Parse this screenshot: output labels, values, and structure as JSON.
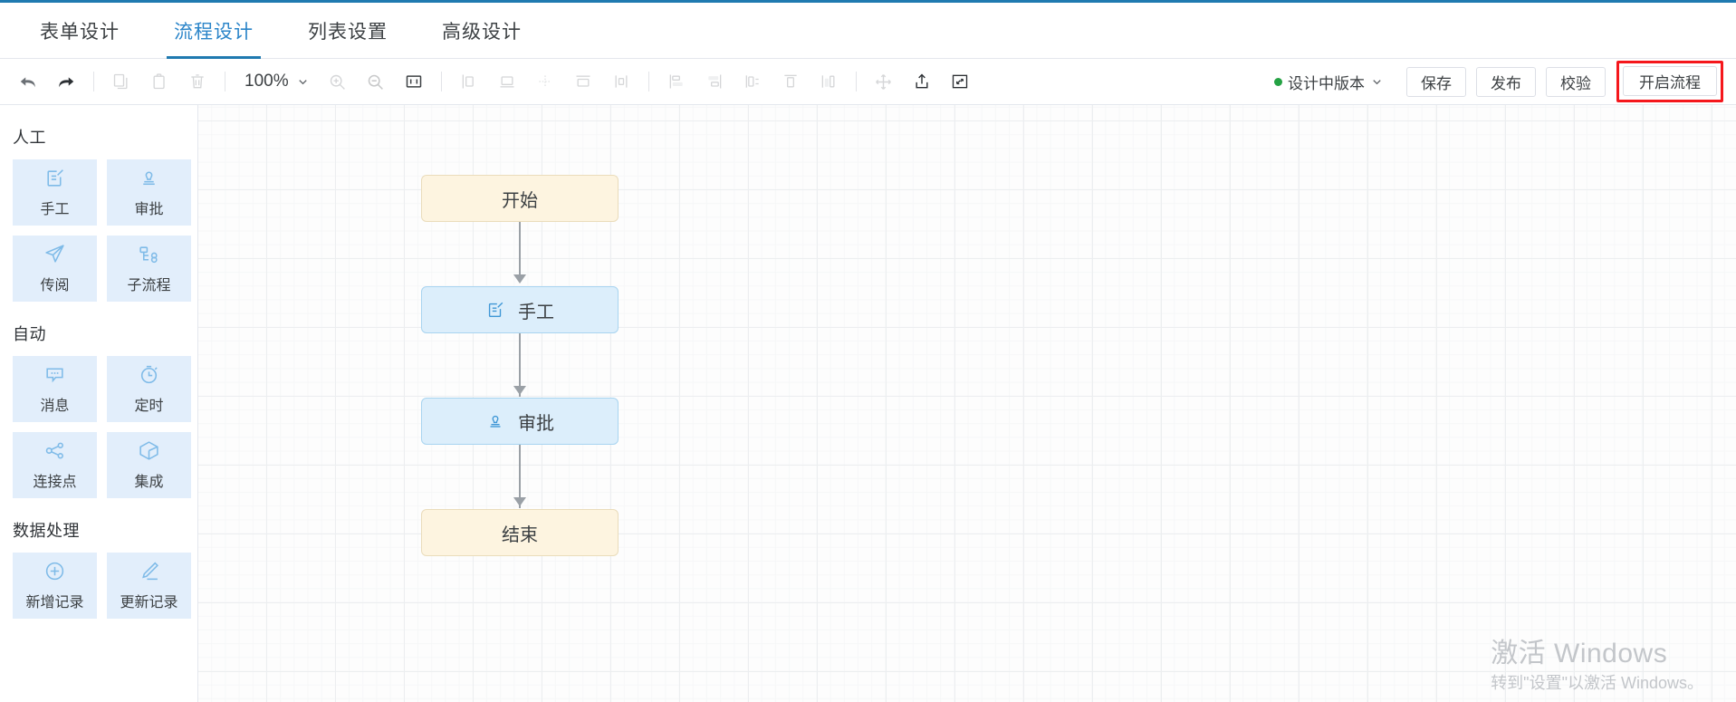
{
  "theme": {
    "accent": "#1f7ab0",
    "tab_active": "#2b85c9",
    "highlight_border": "#f5171c",
    "status_dot": "#25a244",
    "node_terminal_fill": "#fdf4e0",
    "node_terminal_border": "#eadcbb",
    "node_task_fill": "#dceefb",
    "node_task_border": "#a8d4f0",
    "tile_fill": "#e2eefb",
    "edge_color": "#9aa0a6"
  },
  "tabs": [
    {
      "label": "表单设计",
      "active": false
    },
    {
      "label": "流程设计",
      "active": true
    },
    {
      "label": "列表设置",
      "active": false
    },
    {
      "label": "高级设计",
      "active": false
    }
  ],
  "toolbar": {
    "icons": [
      {
        "name": "undo-icon",
        "enabled": true
      },
      {
        "name": "redo-icon",
        "enabled": true
      },
      {
        "name": "copy-icon",
        "enabled": false
      },
      {
        "name": "paste-icon",
        "enabled": false
      },
      {
        "name": "delete-icon",
        "enabled": false
      }
    ],
    "zoom_value": "100%",
    "zoom_icons": [
      {
        "name": "zoom-in-icon",
        "enabled": false
      },
      {
        "name": "zoom-out-icon",
        "enabled": false
      },
      {
        "name": "fit-screen-icon",
        "enabled": true
      }
    ],
    "align_icons": [
      {
        "name": "align-left-icon",
        "enabled": false
      },
      {
        "name": "align-bottom-icon",
        "enabled": false
      },
      {
        "name": "distribute-icon",
        "enabled": false
      },
      {
        "name": "align-top-icon",
        "enabled": false
      },
      {
        "name": "align-center-vertical-icon",
        "enabled": false
      }
    ],
    "arrange_icons": [
      {
        "name": "align-horizontal-left-icon",
        "enabled": false
      },
      {
        "name": "align-horizontal-right-icon",
        "enabled": false
      },
      {
        "name": "distribute-horizontal-icon",
        "enabled": false
      },
      {
        "name": "align-vertical-top-icon",
        "enabled": false
      },
      {
        "name": "distribute-vertical-icon",
        "enabled": false
      }
    ],
    "tool_icons": [
      {
        "name": "move-icon",
        "enabled": true
      },
      {
        "name": "export-icon",
        "enabled": true
      },
      {
        "name": "fullscreen-icon",
        "enabled": true
      }
    ],
    "version_label": "设计中版本",
    "save_label": "保存",
    "publish_label": "发布",
    "validate_label": "校验",
    "start_flow_label": "开启流程"
  },
  "sidebar": {
    "groups": [
      {
        "title": "人工",
        "items": [
          {
            "label": "手工",
            "icon": "manual-form-icon"
          },
          {
            "label": "审批",
            "icon": "approval-stamp-icon"
          },
          {
            "label": "传阅",
            "icon": "circulate-send-icon"
          },
          {
            "label": "子流程",
            "icon": "subprocess-icon"
          }
        ]
      },
      {
        "title": "自动",
        "items": [
          {
            "label": "消息",
            "icon": "message-bubble-icon"
          },
          {
            "label": "定时",
            "icon": "timer-clock-icon"
          },
          {
            "label": "连接点",
            "icon": "connector-share-icon"
          },
          {
            "label": "集成",
            "icon": "integration-cube-icon"
          }
        ]
      },
      {
        "title": "数据处理",
        "items": [
          {
            "label": "新增记录",
            "icon": "add-record-icon"
          },
          {
            "label": "更新记录",
            "icon": "update-record-icon"
          }
        ]
      }
    ]
  },
  "canvas": {
    "nodes": [
      {
        "id": "start",
        "label": "开始",
        "type": "terminal",
        "icon": null
      },
      {
        "id": "manual",
        "label": "手工",
        "type": "task",
        "icon": "manual-form-icon"
      },
      {
        "id": "approval",
        "label": "审批",
        "type": "task",
        "icon": "approval-stamp-icon"
      },
      {
        "id": "end",
        "label": "结束",
        "type": "terminal",
        "icon": null
      }
    ],
    "edges": [
      {
        "from": "start",
        "to": "manual"
      },
      {
        "from": "manual",
        "to": "approval"
      },
      {
        "from": "approval",
        "to": "end"
      }
    ]
  },
  "watermark": {
    "line1": "激活 Windows",
    "line2": "转到\"设置\"以激活 Windows。"
  }
}
